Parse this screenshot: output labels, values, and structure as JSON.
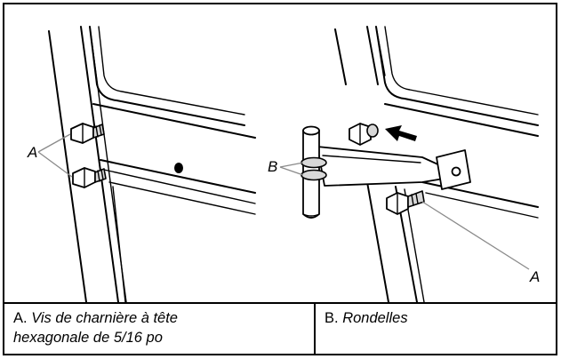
{
  "callouts": {
    "left_a": "A",
    "right_b": "B",
    "right_a": "A"
  },
  "caption": {
    "a_letter": "A.",
    "a_line1": "Vis de charnière à tête",
    "a_line2": "hexagonale de 5/16 po",
    "b_letter": "B.",
    "b_text": "Rondelles"
  }
}
